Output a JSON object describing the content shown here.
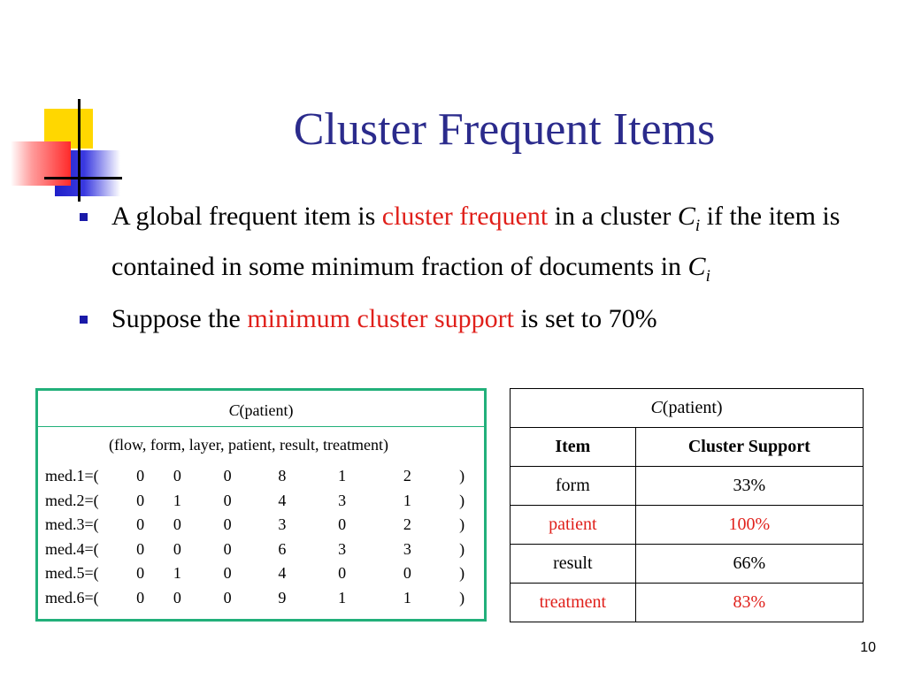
{
  "title": "Cluster Frequent Items",
  "bullets": [
    {
      "p1": "A global frequent item is ",
      "p2": "cluster frequent",
      "p3": " in a cluster ",
      "p4": "C",
      "p5": "i",
      "p6": " if the item is contained in some minimum fraction of documents in ",
      "p7": "C",
      "p8": "i"
    },
    {
      "p1": "Suppose the ",
      "p2": "minimum cluster support",
      "p3": " is set to 70%"
    }
  ],
  "matrix": {
    "caption_c": "C",
    "caption_rest": "(patient)",
    "attributes": "(flow, form, layer, patient, result, treatment)",
    "rows": [
      {
        "label": "med.1=(",
        "values": [
          "0",
          "0",
          "0",
          "8",
          "1",
          "2"
        ],
        "end": ")"
      },
      {
        "label": "med.2=(",
        "values": [
          "0",
          "1",
          "0",
          "4",
          "3",
          "1"
        ],
        "end": ")"
      },
      {
        "label": "med.3=(",
        "values": [
          "0",
          "0",
          "0",
          "3",
          "0",
          "2"
        ],
        "end": ")"
      },
      {
        "label": "med.4=(",
        "values": [
          "0",
          "0",
          "0",
          "6",
          "3",
          "3"
        ],
        "end": ")"
      },
      {
        "label": "med.5=(",
        "values": [
          "0",
          "1",
          "0",
          "4",
          "0",
          "0"
        ],
        "end": ")"
      },
      {
        "label": "med.6=(",
        "values": [
          "0",
          "0",
          "0",
          "9",
          "1",
          "1"
        ],
        "end": ")"
      }
    ]
  },
  "support_table": {
    "caption_c": "C",
    "caption_rest": "(patient)",
    "headers": [
      "Item",
      "Cluster Support"
    ],
    "rows": [
      {
        "item": "form",
        "support": "33%",
        "highlight": false
      },
      {
        "item": "patient",
        "support": "100%",
        "highlight": true
      },
      {
        "item": "result",
        "support": "66%",
        "highlight": false
      },
      {
        "item": "treatment",
        "support": "83%",
        "highlight": true
      }
    ],
    "highlight_color": "#e0201b"
  },
  "page_number": "10",
  "colors": {
    "title": "#2b2b8c",
    "accent_red": "#e0201b",
    "box_border": "#22b07a",
    "bullet": "#1a1aa8"
  }
}
